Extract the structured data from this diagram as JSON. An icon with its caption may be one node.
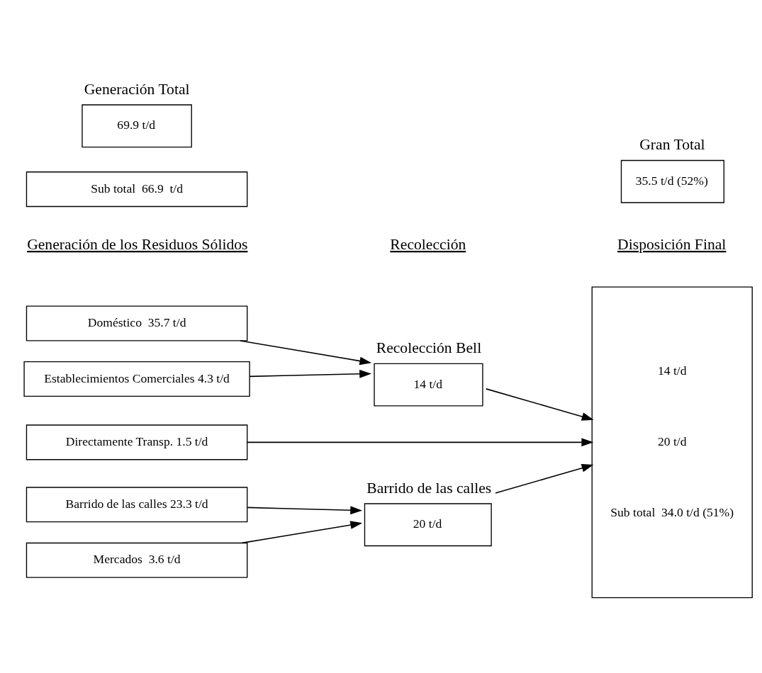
{
  "diagram": {
    "nodes": [
      {
        "text": [
          "Doméstico  35.7 t/d"
        ]
      },
      {
        "text": [
          "Establecimientos Comerciales 4.3 t/d"
        ]
      },
      {
        "text": [
          "Barrido de las calles 23.3 t/d"
        ]
      },
      {
        "text": [
          "Mercados  3.6 t/d"
        ]
      },
      {
        "text": [
          "Sub total  66.9  t/d"
        ]
      },
      {
        "text": [
          "Directamente Transp. 1.5 t/d"
        ]
      },
      {
        "text": [
          "Generación Total",
          "69.9 t/d"
        ]
      },
      {
        "text": [
          "Recolección Bell",
          "14 t/d"
        ]
      },
      {
        "text": [
          "Barrido de las calles",
          "20 t/d"
        ]
      },
      {
        "text": [
          "14 t/d",
          "20 t/d",
          "Sub total  34.0 t/d (51%)"
        ]
      },
      {
        "text": [
          "Gran Total",
          "35.5 t/d (52%)"
        ]
      }
    ],
    "edges": [
      {
        "from": 0,
        "to": 7,
        "arrow": "to"
      },
      {
        "from": 1,
        "to": 7,
        "arrow": "to"
      },
      {
        "from": 2,
        "to": 8,
        "arrow": "to"
      },
      {
        "from": 3,
        "to": 8,
        "arrow": "to"
      },
      {
        "from": 7,
        "to": 9,
        "arrow": "to"
      },
      {
        "from": 8,
        "to": 9,
        "arrow": "to"
      },
      {
        "from": 5,
        "to": 9,
        "arrow": "to"
      }
    ],
    "labels": [
      "Generación de los Residuos Sólidos",
      "Recolección",
      "Disposición Final"
    ]
  }
}
